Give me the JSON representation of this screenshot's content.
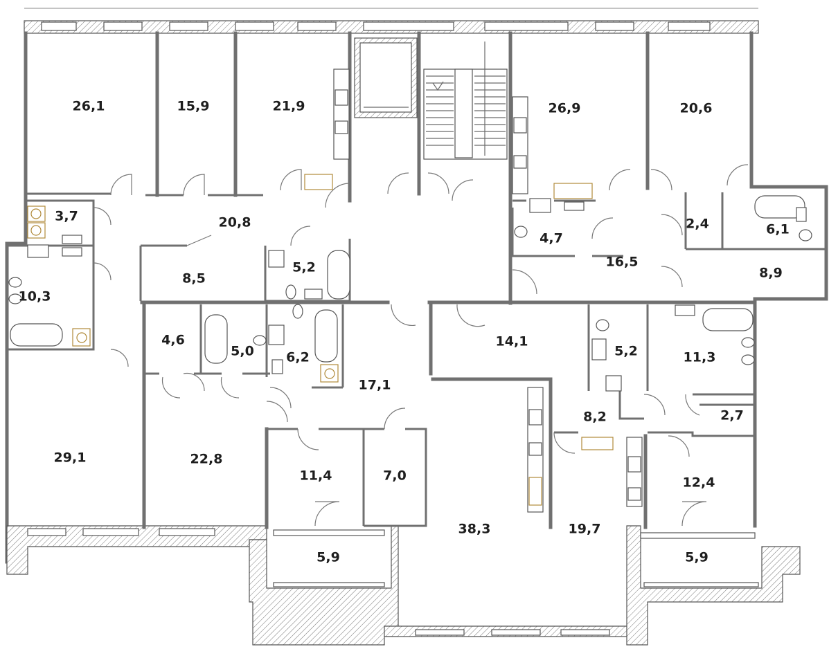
{
  "colors": {
    "wall": "#707070",
    "text": "#1e1e1e",
    "hatch": "#555555",
    "heated_floor": "#b08a3a"
  },
  "rooms": [
    {
      "id": "r1",
      "area": "26,1"
    },
    {
      "id": "r2",
      "area": "15,9"
    },
    {
      "id": "r3",
      "area": "21,9"
    },
    {
      "id": "r4",
      "area": "26,9"
    },
    {
      "id": "r5",
      "area": "20,6"
    },
    {
      "id": "r6",
      "area": "3,7"
    },
    {
      "id": "r7",
      "area": "20,8"
    },
    {
      "id": "r8",
      "area": "10,3"
    },
    {
      "id": "r9",
      "area": "8,5"
    },
    {
      "id": "r10",
      "area": "5,2"
    },
    {
      "id": "r11",
      "area": "4,7"
    },
    {
      "id": "r12",
      "area": "16,5"
    },
    {
      "id": "r13",
      "area": "2,4"
    },
    {
      "id": "r14",
      "area": "6,1"
    },
    {
      "id": "r15",
      "area": "8,9"
    },
    {
      "id": "r16",
      "area": "4,6"
    },
    {
      "id": "r17",
      "area": "5,0"
    },
    {
      "id": "r18",
      "area": "6,2"
    },
    {
      "id": "r19",
      "area": "14,1"
    },
    {
      "id": "r20",
      "area": "5,2"
    },
    {
      "id": "r21",
      "area": "11,3"
    },
    {
      "id": "r22",
      "area": "17,1"
    },
    {
      "id": "r23",
      "area": "8,2"
    },
    {
      "id": "r24",
      "area": "2,7"
    },
    {
      "id": "r25",
      "area": "29,1"
    },
    {
      "id": "r26",
      "area": "22,8"
    },
    {
      "id": "r27",
      "area": "11,4"
    },
    {
      "id": "r28",
      "area": "7,0"
    },
    {
      "id": "r29",
      "area": "12,4"
    },
    {
      "id": "r30",
      "area": "38,3"
    },
    {
      "id": "r31",
      "area": "19,7"
    },
    {
      "id": "r32",
      "area": "5,9"
    },
    {
      "id": "r33",
      "area": "5,9"
    }
  ]
}
